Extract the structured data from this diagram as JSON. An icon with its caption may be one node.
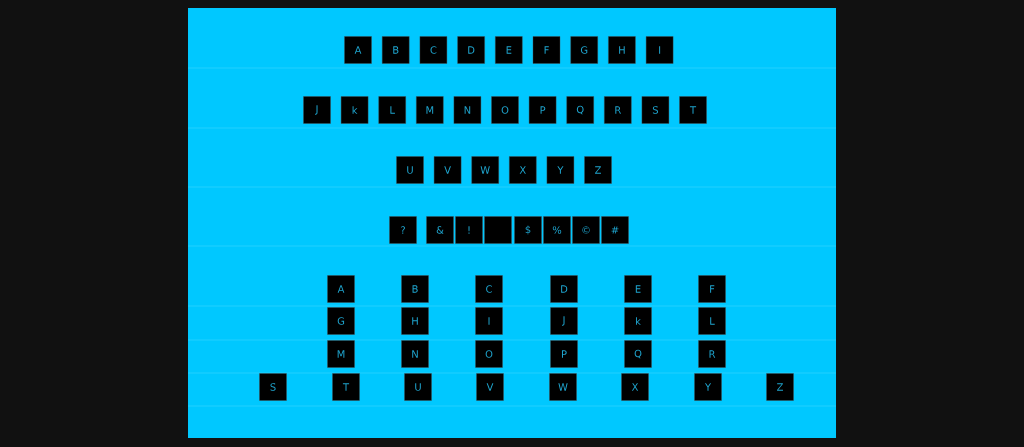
{
  "diagram": {
    "nodes": [
      {
        "text": [
          "A"
        ]
      },
      {
        "text": [
          "B"
        ]
      },
      {
        "text": [
          "C"
        ]
      },
      {
        "text": [
          "D"
        ]
      },
      {
        "text": [
          "E"
        ]
      },
      {
        "text": [
          "F"
        ]
      },
      {
        "text": [
          "G"
        ]
      },
      {
        "text": [
          "H"
        ]
      },
      {
        "text": [
          "I"
        ]
      },
      {
        "text": [
          "J"
        ]
      },
      {
        "text": [
          "k"
        ]
      },
      {
        "text": [
          "L"
        ]
      },
      {
        "text": [
          "M"
        ]
      },
      {
        "text": [
          "N"
        ]
      },
      {
        "text": [
          "O"
        ]
      },
      {
        "text": [
          "P"
        ]
      },
      {
        "text": [
          "Q"
        ]
      },
      {
        "text": [
          "R"
        ]
      },
      {
        "text": [
          "S"
        ]
      },
      {
        "text": [
          "T"
        ]
      },
      {
        "text": [
          "U"
        ]
      },
      {
        "text": [
          "V"
        ]
      },
      {
        "text": [
          "W"
        ]
      },
      {
        "text": [
          "X"
        ]
      },
      {
        "text": [
          "Y"
        ]
      },
      {
        "text": [
          "Z"
        ]
      },
      {
        "text": [
          "?"
        ]
      },
      {
        "text": [
          "&"
        ]
      },
      {
        "text": [
          "!"
        ]
      },
      {
        "text": [],
        "shape": "box"
      },
      {
        "text": [
          "$"
        ]
      },
      {
        "text": [
          "%"
        ]
      },
      {
        "text": [
          "©"
        ]
      },
      {
        "text": [
          "#"
        ]
      },
      {
        "text": [
          "A"
        ]
      },
      {
        "text": [
          "B"
        ]
      },
      {
        "text": [
          "C"
        ]
      },
      {
        "text": [
          "D"
        ]
      },
      {
        "text": [
          "E"
        ]
      },
      {
        "text": [
          "F"
        ]
      },
      {
        "text": [
          "G"
        ]
      },
      {
        "text": [
          "H"
        ]
      },
      {
        "text": [
          "I"
        ]
      },
      {
        "text": [
          "J"
        ]
      },
      {
        "text": [
          "k"
        ]
      },
      {
        "text": [
          "L"
        ]
      },
      {
        "text": [
          "M"
        ]
      },
      {
        "text": [
          "N"
        ]
      },
      {
        "text": [
          "O"
        ]
      },
      {
        "text": [
          "P"
        ]
      },
      {
        "text": [
          "Q"
        ]
      },
      {
        "text": [
          "R"
        ]
      },
      {
        "text": [
          "S"
        ]
      },
      {
        "text": [
          "T"
        ]
      },
      {
        "text": [
          "U"
        ]
      },
      {
        "text": [
          "V"
        ]
      },
      {
        "text": [
          "W"
        ]
      },
      {
        "text": [
          "X"
        ]
      },
      {
        "text": [
          "Y"
        ]
      },
      {
        "text": [
          "Z"
        ]
      }
    ]
  }
}
